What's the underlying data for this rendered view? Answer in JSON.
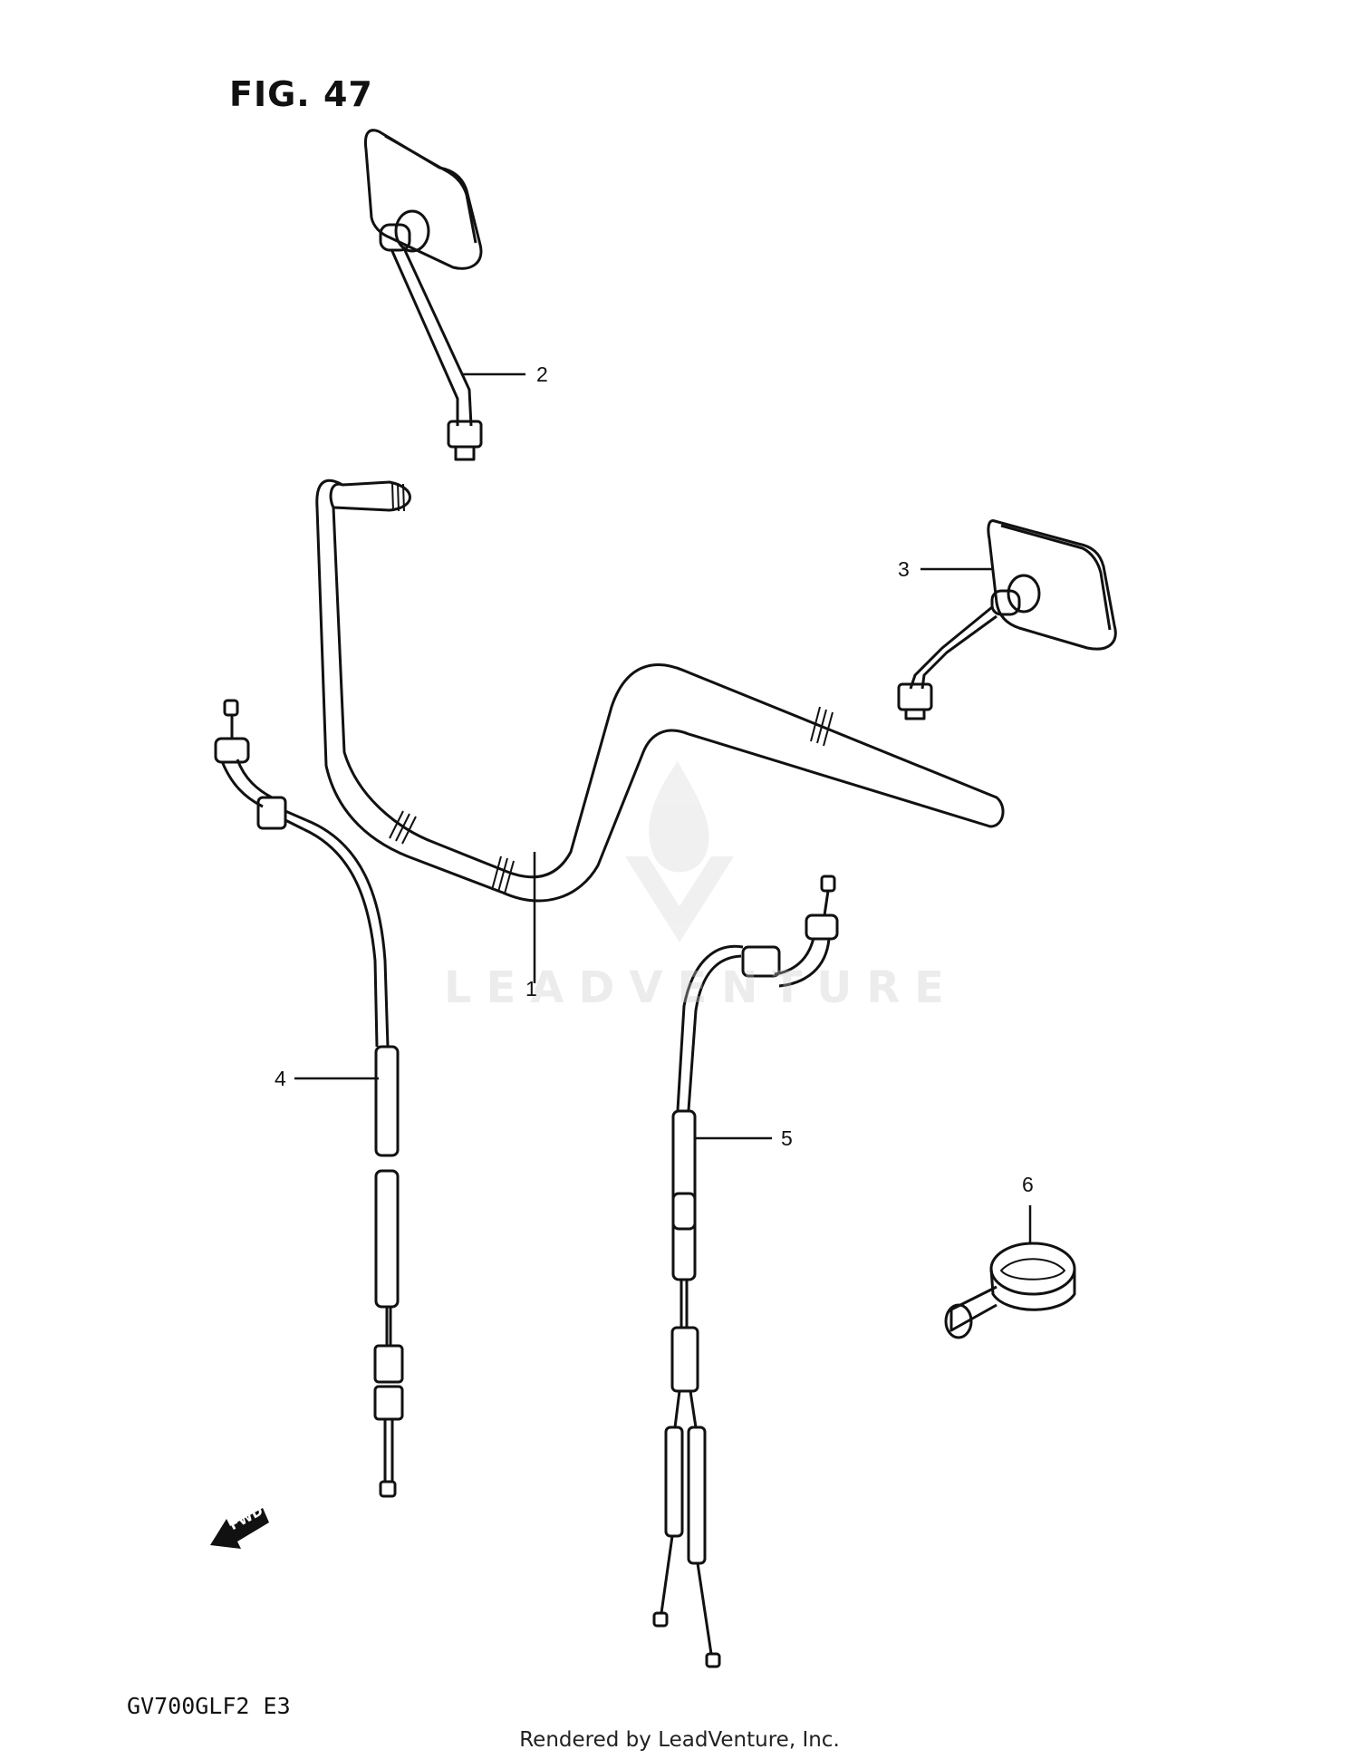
{
  "figure": {
    "title": "FIG. 47"
  },
  "parts": [
    {
      "ref": "1"
    },
    {
      "ref": "2"
    },
    {
      "ref": "3"
    },
    {
      "ref": "4"
    },
    {
      "ref": "5"
    },
    {
      "ref": "6"
    }
  ],
  "model_code": "GV700GLF2  E3",
  "direction_marker": "FWD",
  "watermark": "LEADVENTURE",
  "footer": "Rendered by LeadVenture, Inc."
}
